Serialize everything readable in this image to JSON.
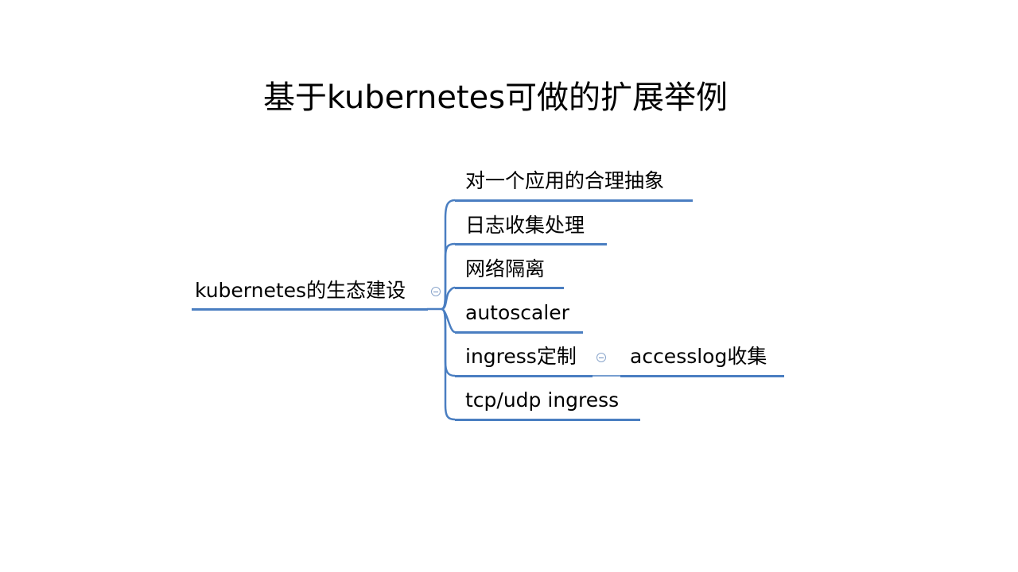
{
  "title": "基于kubernetes可做的扩展举例",
  "mindmap": {
    "root": "kubernetes的生态建设",
    "branches": [
      "对一个应用的合理抽象",
      "日志收集处理",
      "网络隔离",
      "autoscaler",
      "ingress定制",
      "tcp/udp ingress"
    ],
    "sub_branch": "accesslog收集",
    "line_color": "#4a7ec1"
  }
}
